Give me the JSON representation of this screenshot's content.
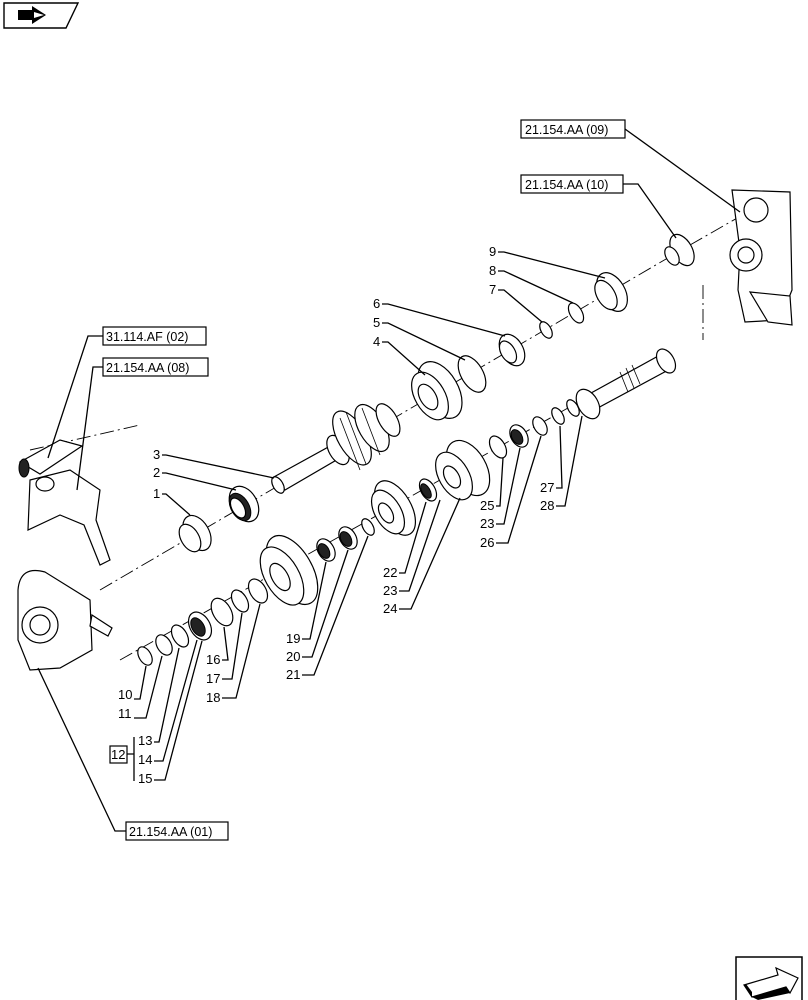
{
  "references": {
    "ref_0909": "21.154.AA (09)",
    "ref_1010": "21.154.AA (10)",
    "ref_31114": "31.114.AF (02)",
    "ref_0808": "21.154.AA (08)",
    "ref_0101": "21.154.AA (01)"
  },
  "callouts": {
    "n1": "1",
    "n2": "2",
    "n3": "3",
    "n4": "4",
    "n5": "5",
    "n6": "6",
    "n7": "7",
    "n8": "8",
    "n9": "9",
    "n10": "10",
    "n11": "11",
    "n12": "12",
    "n13": "13",
    "n14": "14",
    "n15": "15",
    "n16": "16",
    "n17": "17",
    "n18": "18",
    "n19": "19",
    "n20": "20",
    "n21": "21",
    "n22": "22",
    "n23a": "23",
    "n24": "24",
    "n25": "25",
    "n23b": "23",
    "n26": "26",
    "n27": "27",
    "n28": "28"
  },
  "icons": {
    "top_left": "nav-arrow-icon",
    "bottom_right": "next-page-arrow-icon"
  }
}
